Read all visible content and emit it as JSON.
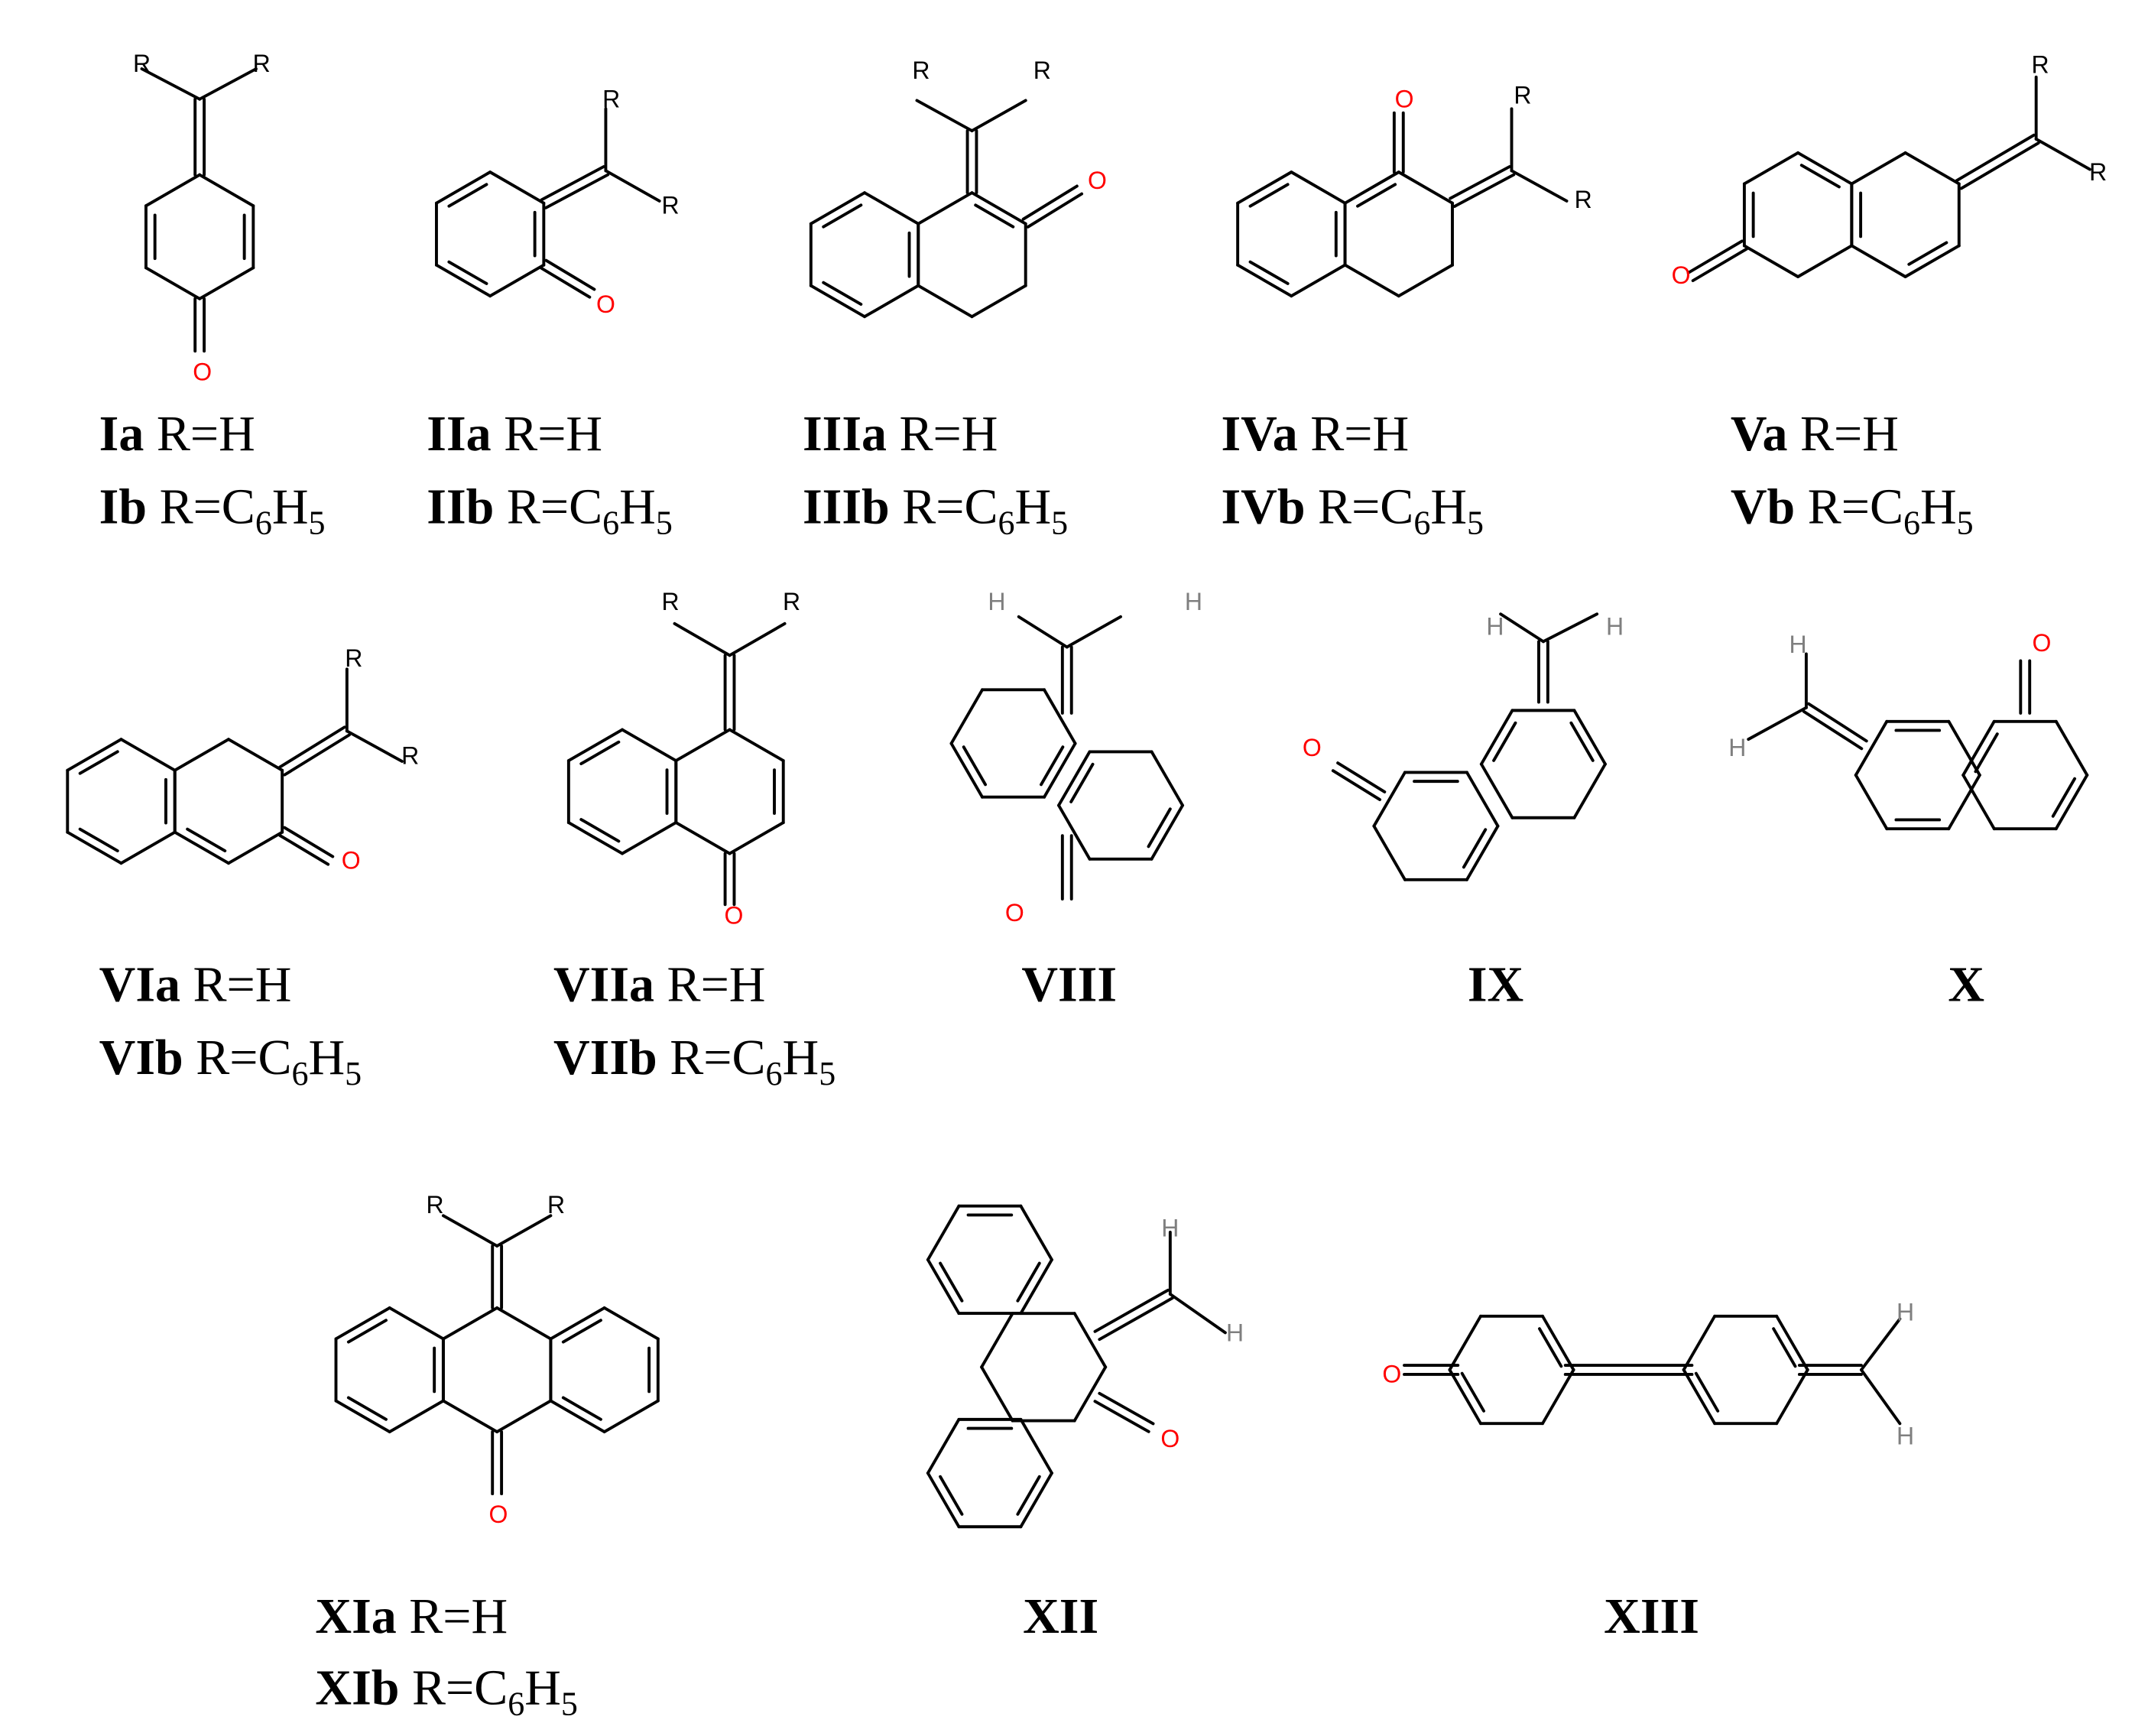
{
  "colors": {
    "bond": "#000000",
    "oxygen": "#ff0000",
    "hydrogen": "#7f7f7f",
    "text": "#000000"
  },
  "atoms": {
    "R": "R",
    "H": "H",
    "O": "O"
  },
  "compounds": [
    {
      "id": "I",
      "lines": [
        {
          "bold": "Ia",
          "reg": " R=H"
        },
        {
          "bold": "Ib",
          "reg": " R=C",
          "sub1": "6",
          "mid": "H",
          "sub2": "5"
        }
      ]
    },
    {
      "id": "II",
      "lines": [
        {
          "bold": "IIa",
          "reg": " R=H"
        },
        {
          "bold": "IIb",
          "reg": " R=C",
          "sub1": "6",
          "mid": "H",
          "sub2": "5"
        }
      ]
    },
    {
      "id": "III",
      "lines": [
        {
          "bold": "IIIa",
          "reg": " R=H"
        },
        {
          "bold": "IIIb",
          "reg": " R=C",
          "sub1": "6",
          "mid": "H",
          "sub2": "5"
        }
      ]
    },
    {
      "id": "IV",
      "lines": [
        {
          "bold": "IVa",
          "reg": " R=H"
        },
        {
          "bold": "IVb",
          "reg": " R=C",
          "sub1": "6",
          "mid": "H",
          "sub2": "5"
        }
      ]
    },
    {
      "id": "V",
      "lines": [
        {
          "bold": "Va",
          "reg": " R=H"
        },
        {
          "bold": "Vb",
          "reg": " R=C",
          "sub1": "6",
          "mid": "H",
          "sub2": "5"
        }
      ]
    },
    {
      "id": "VI",
      "lines": [
        {
          "bold": "VIa",
          "reg": " R=H"
        },
        {
          "bold": "VIb",
          "reg": " R=C",
          "sub1": "6",
          "mid": "H",
          "sub2": "5"
        }
      ]
    },
    {
      "id": "VII",
      "lines": [
        {
          "bold": "VIIa",
          "reg": " R=H"
        },
        {
          "bold": "VIIb",
          "reg": " R=C",
          "sub1": "6",
          "mid": "H",
          "sub2": "5"
        }
      ]
    },
    {
      "id": "VIII",
      "lines": [
        {
          "bold": "VIII"
        }
      ]
    },
    {
      "id": "IX",
      "lines": [
        {
          "bold": "IX"
        }
      ]
    },
    {
      "id": "X",
      "lines": [
        {
          "bold": "X"
        }
      ]
    },
    {
      "id": "XI",
      "lines": [
        {
          "bold": "XIa",
          "reg": " R=H"
        },
        {
          "bold": "XIb",
          "reg": " R=C",
          "sub1": "6",
          "mid": "H",
          "sub2": "5"
        }
      ]
    },
    {
      "id": "XII",
      "lines": [
        {
          "bold": "XII"
        }
      ]
    },
    {
      "id": "XIII",
      "lines": [
        {
          "bold": "XIII"
        }
      ]
    }
  ]
}
